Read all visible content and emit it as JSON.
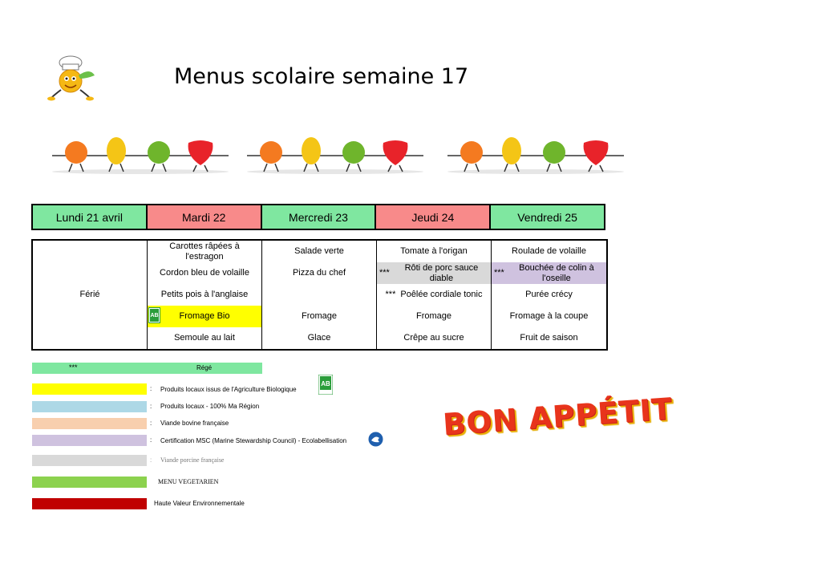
{
  "page": {
    "title": "Menus scolaire semaine 17"
  },
  "days": [
    {
      "label": "Lundi 21 avril",
      "color": "#7fe7a0"
    },
    {
      "label": "Mardi 22",
      "color": "#f88a8a"
    },
    {
      "label": "Mercredi 23",
      "color": "#7fe7a0"
    },
    {
      "label": "Jeudi 24",
      "color": "#f88a8a"
    },
    {
      "label": "Vendredi 25",
      "color": "#7fe7a0"
    }
  ],
  "menu": {
    "lundi": "Férié",
    "mardi": [
      "Carottes râpées à l'estragon",
      "Cordon bleu de volaille",
      "Petits pois à l'anglaise",
      "Fromage Bio",
      "Semoule au lait"
    ],
    "mercredi": [
      "Salade verte",
      "Pizza du chef",
      "",
      "Fromage",
      "Glace"
    ],
    "jeudi": [
      "Tomate à l'origan",
      "Rôti de porc sauce diable",
      "Poêlée cordiale tonic",
      "Fromage",
      "Crêpe au sucre"
    ],
    "vendredi": [
      "Roulade de volaille",
      "Bouchée de colin à l'oseille",
      "Purée crécy",
      "Fromage à la coupe",
      "Fruit de saison"
    ],
    "regime_marker": "***"
  },
  "legend": {
    "rege": {
      "marker": "***",
      "label": "Régé",
      "color": "#7fe7a0"
    },
    "items": [
      {
        "label": "Produits locaux issus de l'Agriculture Biologique",
        "color": "#ffff00"
      },
      {
        "label": "Produits locaux - 100% Ma Région",
        "color": "#add8e6"
      },
      {
        "label": "Viande bovine française",
        "color": "#f8cfae"
      },
      {
        "label": "Certification MSC (Marine Stewardship Council) - Ecolabellisation",
        "color": "#cfc2df"
      },
      {
        "label": "Viande porcine française",
        "color": "#d9d9d9"
      },
      {
        "label": "MENU VEGETARIEN",
        "color": "#8cd24e"
      },
      {
        "label": "Haute Valeur Environnementale",
        "color": "#c00000"
      }
    ],
    "separator": ":"
  },
  "icons": {
    "ab_logo": "ab-organic-logo-icon",
    "msc_logo": "msc-fish-logo-icon",
    "chef": "chef-mascot-icon",
    "fruits": "dancing-fruits-icon"
  },
  "logo_text": {
    "ab": "AB"
  },
  "bon_appetit": "BON  APPÉTIT"
}
